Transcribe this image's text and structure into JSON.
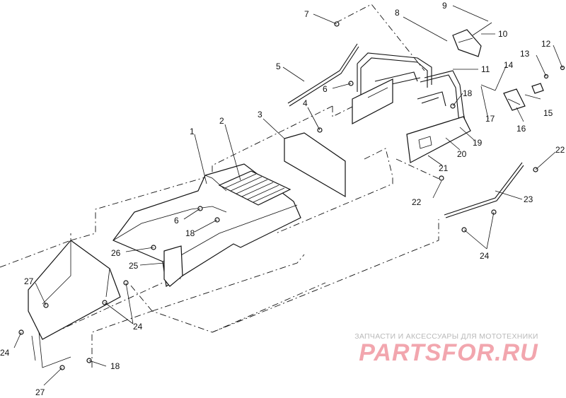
{
  "callouts": {
    "c1": "1",
    "c2": "2",
    "c3": "3",
    "c4": "4",
    "c5": "5",
    "c6a": "6",
    "c6b": "6",
    "c7": "7",
    "c8": "8",
    "c9": "9",
    "c10": "10",
    "c11": "11",
    "c12": "12",
    "c13": "13",
    "c14": "14",
    "c15": "15",
    "c16": "16",
    "c17": "17",
    "c18a": "18",
    "c18b": "18",
    "c18c": "18",
    "c19": "19",
    "c20": "20",
    "c21": "21",
    "c22a": "22",
    "c22b": "22",
    "c23": "23",
    "c24a": "24",
    "c24b": "24",
    "c24c": "24",
    "c25": "25",
    "c26": "26",
    "c27a": "27",
    "c27b": "27"
  },
  "watermark": {
    "tagline": "ЗАПЧАСТИ И АКСЕССУАРЫ ДЛЯ МОТОТЕХНИКИ",
    "brand": "PARTSFOR.RU"
  }
}
